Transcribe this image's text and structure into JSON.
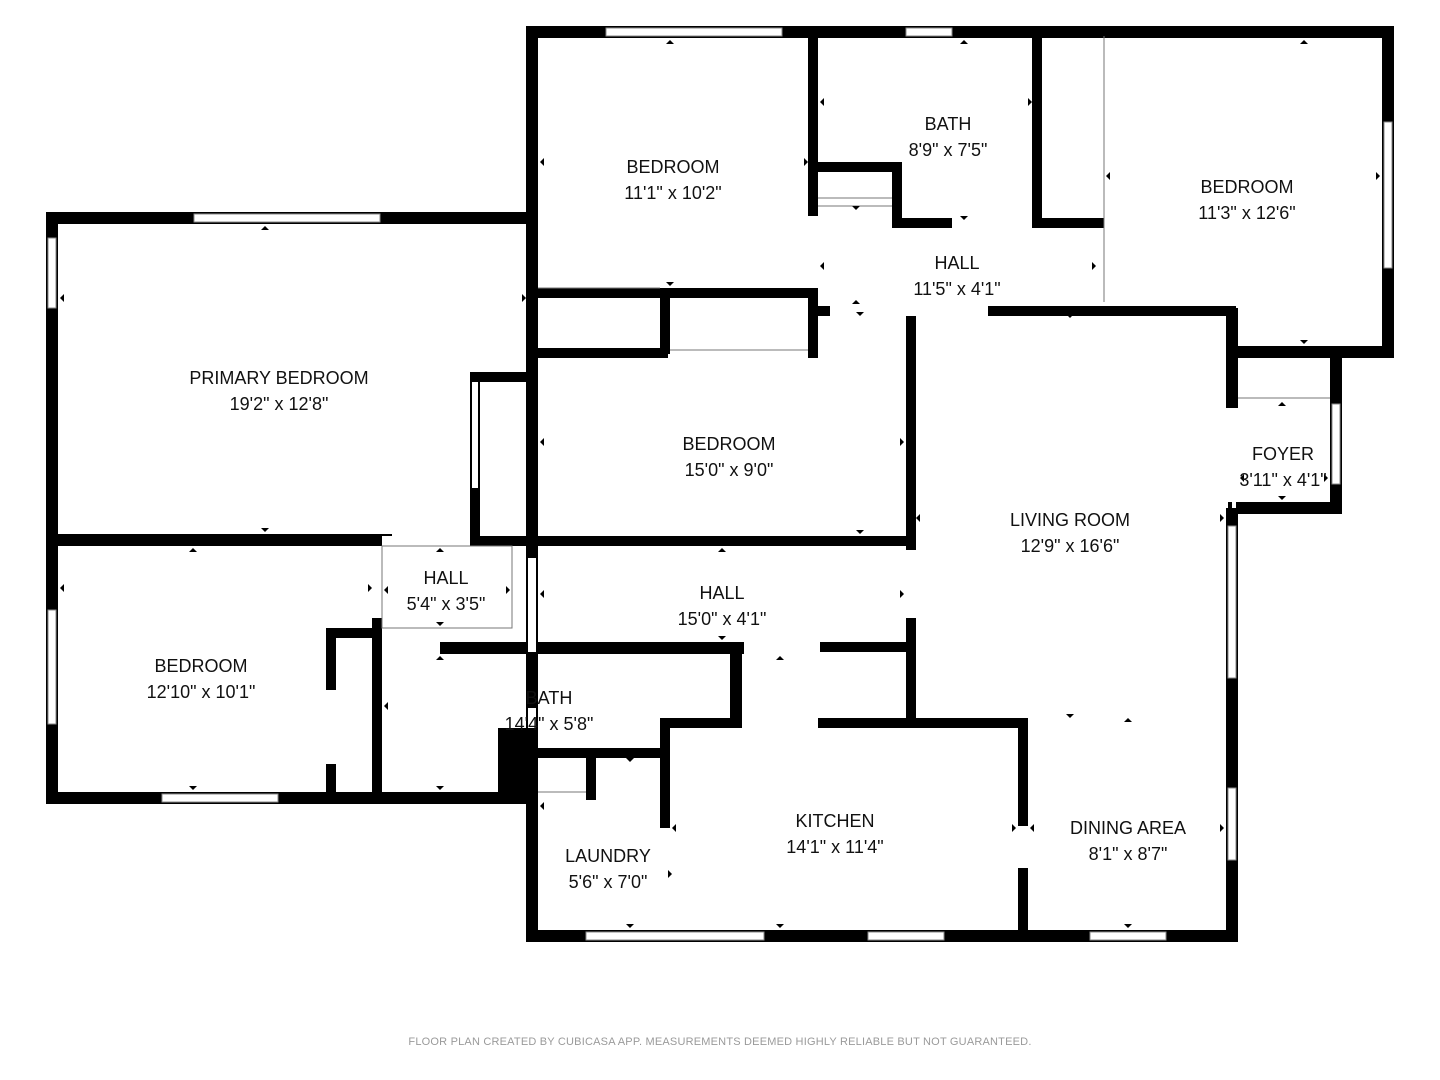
{
  "rooms": {
    "bedroom_top": {
      "name": "BEDROOM",
      "dims": "11'1\" x 10'2\""
    },
    "bath_top": {
      "name": "BATH",
      "dims": "8'9\" x 7'5\""
    },
    "bedroom_right": {
      "name": "BEDROOM",
      "dims": "11'3\" x 12'6\""
    },
    "hall_top": {
      "name": "HALL",
      "dims": "11'5\" x 4'1\""
    },
    "primary_bedroom": {
      "name": "PRIMARY BEDROOM",
      "dims": "19'2\" x 12'8\""
    },
    "bedroom_middle": {
      "name": "BEDROOM",
      "dims": "15'0\" x 9'0\""
    },
    "foyer": {
      "name": "FOYER",
      "dims": "3'11\" x 4'1\""
    },
    "living_room": {
      "name": "LIVING ROOM",
      "dims": "12'9\" x 16'6\""
    },
    "hall_small": {
      "name": "HALL",
      "dims": "5'4\" x 3'5\""
    },
    "hall_middle": {
      "name": "HALL",
      "dims": "15'0\" x 4'1\""
    },
    "bedroom_left": {
      "name": "BEDROOM",
      "dims": "12'10\" x 10'1\""
    },
    "bath_bottom": {
      "name": "BATH",
      "dims": "14'4\" x 5'8\""
    },
    "kitchen": {
      "name": "KITCHEN",
      "dims": "14'1\" x 11'4\""
    },
    "dining_area": {
      "name": "DINING AREA",
      "dims": "8'1\" x 8'7\""
    },
    "laundry": {
      "name": "LAUNDRY",
      "dims": "5'6\" x 7'0\""
    }
  },
  "footer": {
    "credit": "FLOOR PLAN CREATED BY CUBICASA APP. MEASUREMENTS DEEMED HIGHLY RELIABLE BUT NOT GUARANTEED."
  },
  "colors": {
    "wall": "#000000",
    "background": "#ffffff",
    "credit_text": "#9a9a9a"
  }
}
